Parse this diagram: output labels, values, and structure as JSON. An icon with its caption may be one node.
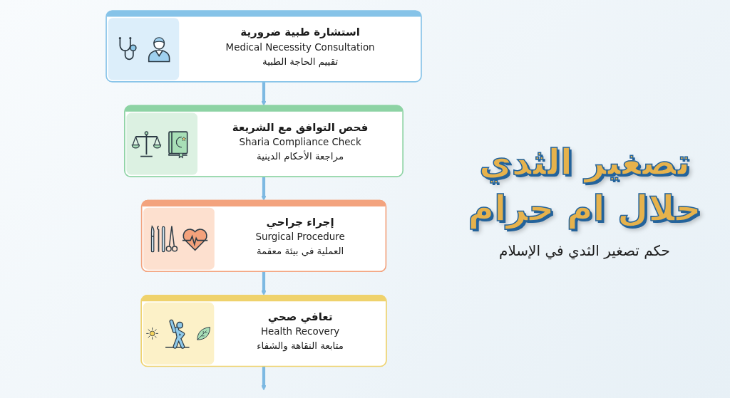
{
  "diagram": {
    "title": "تصغير الثدي حلال ام حرام",
    "nodes": [
      {
        "text": [
          "استشارة طبية ضرورية",
          "Medical Necessity Consultation",
          "تقييم الحاجة الطبية"
        ]
      },
      {
        "text": [
          "فحص التوافق مع الشريعة",
          "Sharia Compliance Check",
          "مراجعة الأحكام الدينية"
        ]
      },
      {
        "text": [
          "إجراء جراحي",
          "Surgical Procedure",
          "العملية في بيئة معقمة"
        ]
      },
      {
        "text": [
          "تعافي صحي",
          "Health Recovery",
          "متابعة النقاهة والشفاء"
        ]
      }
    ],
    "edges": [
      {
        "from": 0,
        "to": 1,
        "arrow": "to"
      },
      {
        "from": 1,
        "to": 2,
        "arrow": "to"
      },
      {
        "from": 2,
        "to": 3,
        "arrow": "to"
      },
      {
        "from": 3,
        "to": null,
        "arrow": "to"
      }
    ],
    "labels": [
      "حكم تصغير الثدي في الإسلام"
    ]
  }
}
